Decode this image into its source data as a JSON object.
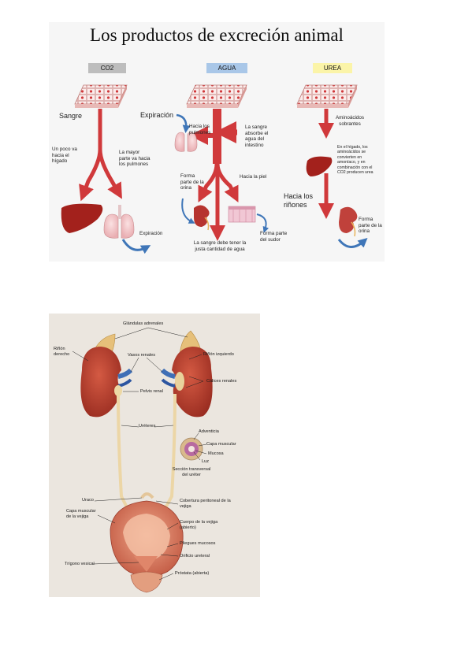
{
  "top_diagram": {
    "title": "Los productos de excreción animal",
    "tags": {
      "co2": {
        "label": "CO2",
        "color": "#bdbdbd"
      },
      "agua": {
        "label": "AGUA",
        "color": "#a9c7e8"
      },
      "urea": {
        "label": "UREA",
        "color": "#fbf4a8"
      }
    },
    "co2_column": {
      "sangre": "Sangre",
      "un_poco": "Un poco va hacia el hígado",
      "la_mayor": "La mayor parte va hacia los pulmones",
      "expiracion": "Expiración"
    },
    "agua_column": {
      "expiracion": "Expiración",
      "hacia_pulmones": "Hacia los pulmones",
      "sangre_absorbe": "La sangre absorbe el agua del intestino",
      "forma_orina": "Forma parte de la orina",
      "hacia_piel": "Hacia la piel",
      "forma_sudor": "Forma parte del sudor",
      "cantidad_agua": "La sangre debe tener la justa cantidad de agua"
    },
    "urea_column": {
      "aminoacidos": "Aminoácidos sobrantes",
      "higado_text": "En el hígado, los aminoácidos se convierten en amoníaco, y en combinación con el CO2 producen urea",
      "hacia_rinones": "Hacia los riñones",
      "forma_orina": "Forma parte de la orina"
    },
    "colors": {
      "blood": "#d0393b",
      "arrow_blue": "#3f76b8",
      "liver": "#a3211c"
    }
  },
  "bottom_diagram": {
    "labels": {
      "glandulas": "Glándulas adrenales",
      "rinon_derecho": "Riñón derecho",
      "vasos_renales": "Vasos renales",
      "rinon_izquierdo": "Riñón izquierdo",
      "calices": "Cálices renales",
      "pelvis": "Pelvis renal",
      "ureteres": "Uréteres",
      "adventicia": "Adventicia",
      "capa_muscular": "Capa muscular",
      "mucosa": "Mucosa",
      "luz": "Luz",
      "seccion": "Sección transversal del uréter",
      "uraco": "Uraco",
      "cobertura": "Cobertura peritoneal de la vejiga",
      "capa_muscular_vejiga": "Capa muscular de la vejiga",
      "cuerpo_vejiga": "Cuerpo de la vejiga (abierto)",
      "pliegues": "Pliegues mucosos",
      "orificio": "Orificio ureteral",
      "trigono": "Trígono vesical",
      "prostata": "Próstata (abierta)"
    }
  }
}
